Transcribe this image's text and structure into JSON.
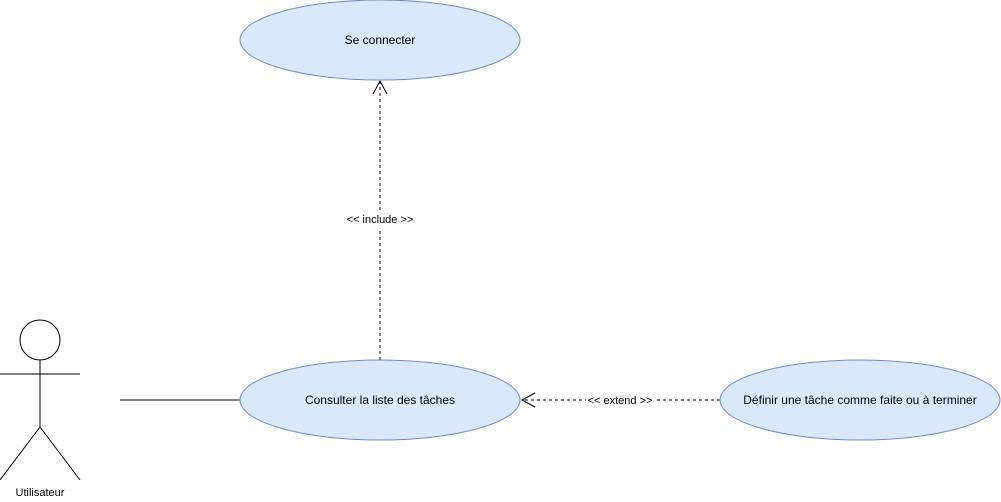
{
  "diagram": {
    "type": "use-case",
    "actor": {
      "label": "Utilisateur"
    },
    "use_cases": {
      "login": {
        "label": "Se connecter"
      },
      "list_tasks": {
        "label": "Consulter la liste des tâches"
      },
      "mark_task": {
        "label": "Définir une tâche comme faite ou à terminer"
      }
    },
    "relations": {
      "include": {
        "label": "<< include >>"
      },
      "extend": {
        "label": "<< extend >>"
      }
    }
  },
  "colors": {
    "usecase_fill": "#dae8fc",
    "usecase_stroke": "#6c8ebf",
    "line": "#000000",
    "background": "#ffffff"
  }
}
